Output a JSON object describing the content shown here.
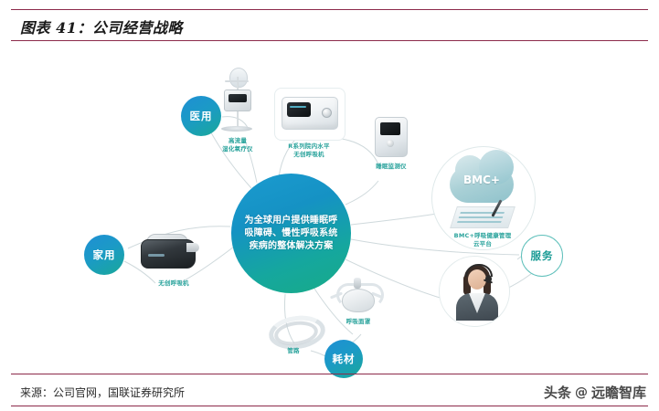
{
  "header": {
    "title": "图表 41：公司经营战略"
  },
  "footer": {
    "source": "来源：公司官网，国联证券研究所",
    "watermark_prefix": "头条",
    "watermark_at": "@",
    "watermark_name": "远瞻智库"
  },
  "diagram": {
    "hub": {
      "text": "为全球用户提供睡眠呼吸障碍、慢性呼吸系统疾病的整体解决方案",
      "color": "#169ec4"
    },
    "categories": [
      {
        "id": "medical",
        "label": "医用",
        "style": "filled"
      },
      {
        "id": "home",
        "label": "家用",
        "style": "filled"
      },
      {
        "id": "service",
        "label": "服务",
        "style": "hollow"
      },
      {
        "id": "consumable",
        "label": "耗材",
        "style": "filled"
      }
    ],
    "products": [
      {
        "id": "hfnc",
        "label": "高流量\n湿化氧疗仪"
      },
      {
        "id": "vent",
        "label": "R系列院内水平\n无创呼吸机"
      },
      {
        "id": "mon",
        "label": "睡眠监测仪"
      },
      {
        "id": "cpap",
        "label": "无创呼吸机"
      },
      {
        "id": "cloud",
        "label": "BMC+呼吸健康管理\n云平台",
        "badge": "BMC+"
      },
      {
        "id": "agent",
        "label": ""
      },
      {
        "id": "mask",
        "label": "呼吸面罩"
      },
      {
        "id": "tube",
        "label": "管路"
      }
    ],
    "accent_teal": "#2aa39c",
    "accent_blue": "#1b9bd0",
    "rule_color": "#8c2a4a"
  }
}
